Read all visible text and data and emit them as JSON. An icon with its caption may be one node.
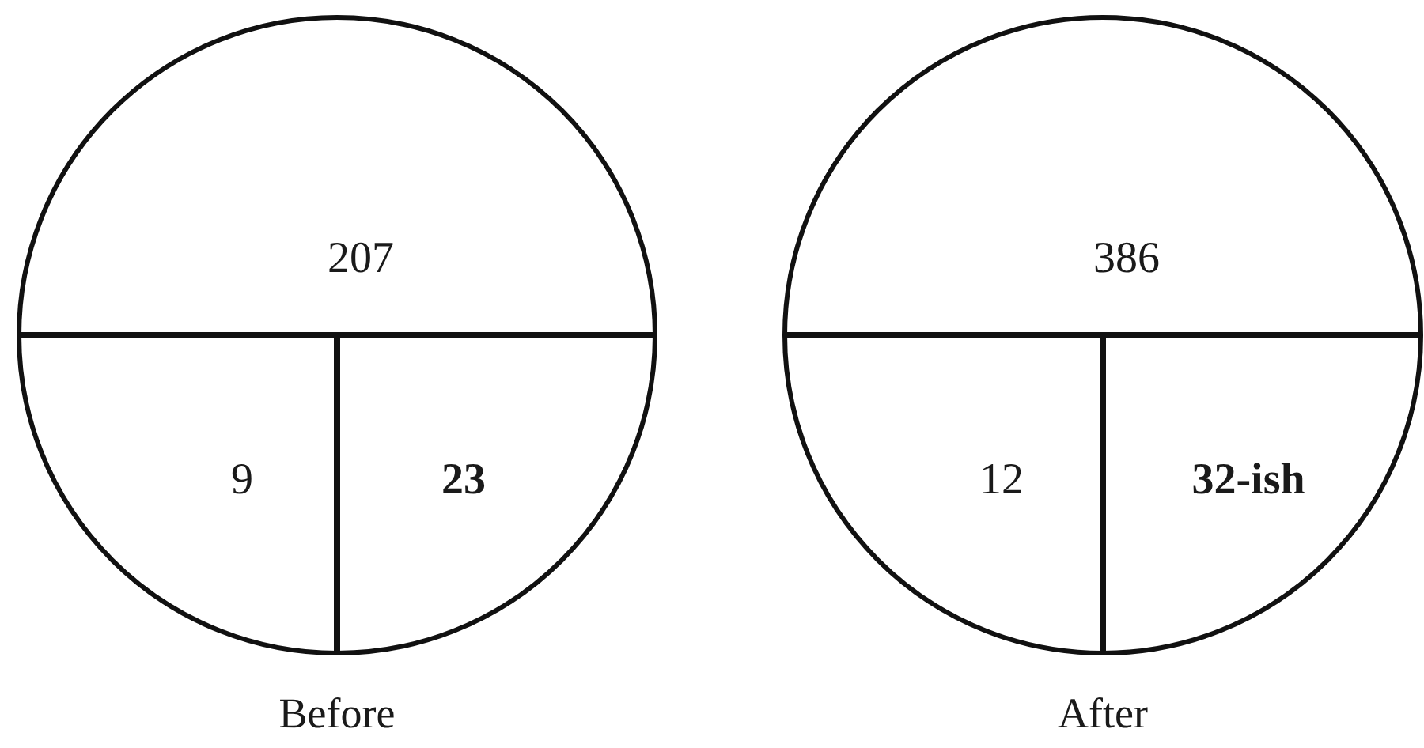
{
  "diagram": {
    "nodes": [
      {
        "text": [],
        "shape": "circle",
        "beside": [
          "Before"
        ]
      },
      {
        "text": [
          "207"
        ],
        "in": 0
      },
      {
        "text": [
          "9"
        ],
        "in": 0
      },
      {
        "text": [
          "23"
        ],
        "in": 0
      },
      {
        "text": [],
        "shape": "circle",
        "beside": [
          "After"
        ]
      },
      {
        "text": [
          "386"
        ],
        "in": 4
      },
      {
        "text": [
          "12"
        ],
        "in": 4
      },
      {
        "text": [
          "32-ish"
        ],
        "in": 4
      }
    ]
  }
}
